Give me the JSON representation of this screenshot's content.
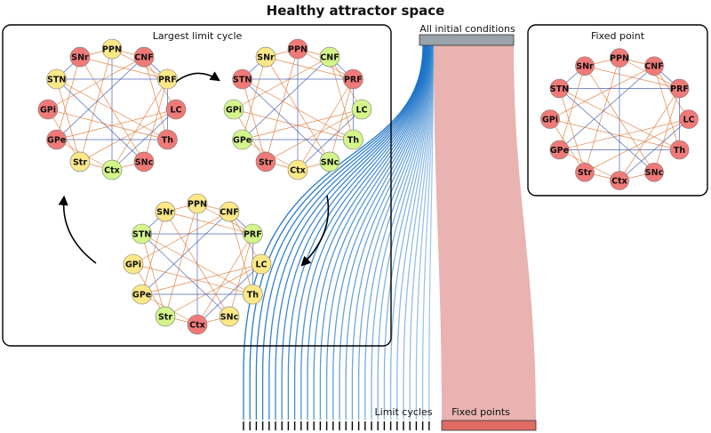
{
  "title": "Healthy attractor space",
  "colors": {
    "active": "#f07a78",
    "inactive_yellow": "#fde888",
    "inactive_green": "#d4f58a",
    "excit_edge": "#e07b3a",
    "inhib_edge": "#3a56b0",
    "flow_fixed": "#e8b3b0",
    "bar_top": "#9aa3ab",
    "bar_fixed": "#e06b63",
    "flow_limit": "#1a73c8"
  },
  "nodes": [
    "PPN",
    "CNF",
    "PRF",
    "LC",
    "Th",
    "SNc",
    "Ctx",
    "Str",
    "GPe",
    "GPi",
    "STN",
    "SNr"
  ],
  "panels": {
    "limit_cycle": {
      "title": "Largest limit cycle",
      "states": [
        [
          "inactive_yellow",
          "active",
          "inactive_yellow",
          "active",
          "active",
          "active",
          "inactive_green",
          "inactive_yellow",
          "active",
          "active",
          "inactive_yellow",
          "active"
        ],
        [
          "active",
          "inactive_green",
          "active",
          "inactive_green",
          "inactive_green",
          "inactive_green",
          "inactive_yellow",
          "active",
          "inactive_green",
          "inactive_green",
          "active",
          "inactive_yellow"
        ],
        [
          "inactive_yellow",
          "inactive_yellow",
          "inactive_green",
          "inactive_yellow",
          "inactive_yellow",
          "inactive_yellow",
          "active",
          "inactive_green",
          "inactive_yellow",
          "inactive_yellow",
          "inactive_green",
          "inactive_yellow"
        ]
      ]
    },
    "fixed_point": {
      "title": "Fixed point",
      "state": [
        "active",
        "active",
        "active",
        "active",
        "active",
        "active",
        "active",
        "active",
        "active",
        "active",
        "active",
        "active"
      ]
    }
  },
  "bars": {
    "top_label": "All initial conditions",
    "left_label": "Limit cycles",
    "right_label": "Fixed points"
  }
}
